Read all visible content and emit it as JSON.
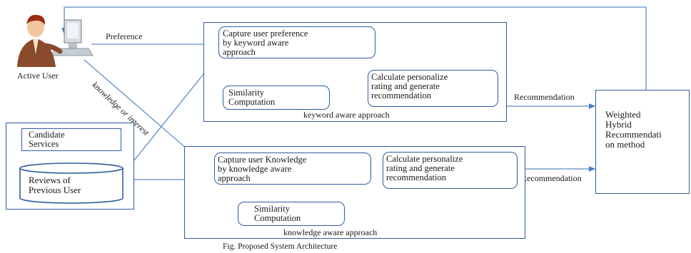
{
  "user": {
    "label": "Active User",
    "icon": "user-at-computer-icon"
  },
  "edges": {
    "preference": "Preference",
    "knowledge_interest": "knowledge or interest",
    "recommendation_top": "Recommendation",
    "recommendation_bottom": "Recommendation"
  },
  "keyword_section": {
    "caption": "keyword aware approach",
    "capture": "Capture user preference\nby   keyword aware\napproach",
    "similarity": "Similarity\nComputation",
    "calculate": "Calculate personalize\nrating and generate\nrecommendation"
  },
  "knowledge_section": {
    "caption": "knowledge aware approach",
    "capture": "Capture user Knowledge\nby knowledge aware\napproach",
    "similarity": "Similarity\nComputation",
    "calculate": "Calculate personalize\nrating and generate\nrecommendation"
  },
  "sources": {
    "candidate": "Candidate\nServices",
    "reviews": "Reviews of\nPrevious User"
  },
  "hybrid": {
    "label": "Weighted\nHybrid\nRecommendati\non method"
  },
  "figure_caption": "Fig. Proposed System Architecture"
}
